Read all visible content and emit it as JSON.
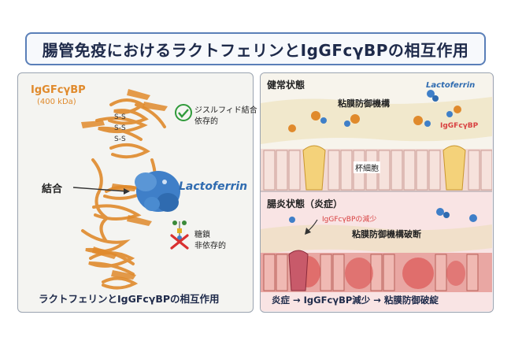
{
  "title": "腸管免疫におけるラクトフェリンとIgGFcγBPの相互作用",
  "left": {
    "protein_name": "IgGFcγBP",
    "protein_mass": "(400 kDa)",
    "disulfide_label_line1": "ジスルフィド結合",
    "disulfide_label_line2": "依存的",
    "ss_bond": "S-S",
    "binding_label": "結合",
    "lactoferrin_label": "Lactoferrin",
    "glycan_label_line1": "糖鎖",
    "glycan_label_line2": "非依存的",
    "caption": "ラクトフェリンとIgGFcγBPの相互作用"
  },
  "right": {
    "healthy_title": "健常状態",
    "lactoferrin_label": "Lactoferrin",
    "mucosal_barrier": "粘膜防御機構",
    "igg_label": "IgGFcγBP",
    "goblet_label": "杯細胞",
    "inflamed_title": "腸炎状態（炎症）",
    "igg_decrease": "IgGFcγBPの減少",
    "barrier_breakdown": "粘膜防御機構破断",
    "caption": "炎症 → IgGFcγBP減少 → 粘膜防御破綻"
  },
  "colors": {
    "protein_orange": "#e08a2c",
    "lactoferrin_blue": "#3f7fc8",
    "title_border": "#5a7fb8",
    "check_green": "#2f9a3a",
    "cross_red": "#d93030",
    "inflamed_red": "#d84040"
  },
  "icons": [
    "check-circle-icon",
    "cross-icon",
    "glycan-icon",
    "arrow-icon"
  ]
}
